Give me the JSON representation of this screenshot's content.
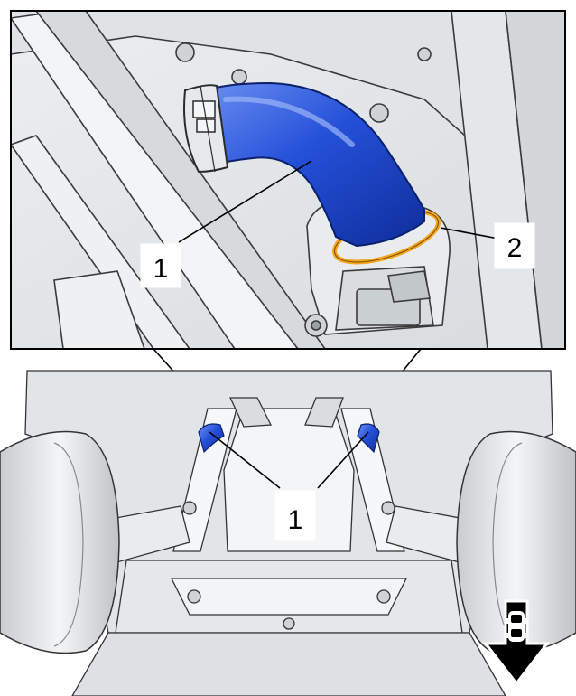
{
  "callouts": {
    "hose_detail": "1",
    "clamp_detail": "2",
    "hose_overview": "1"
  },
  "icons": {
    "front_indicator": "car-front-down-arrow-icon"
  },
  "colors": {
    "hose": "#1f4fd6",
    "hose_highlight": "#5b84f0",
    "seal_ring": "#f2a51f",
    "line_art": "#2b2b2b",
    "background_grey": "#e3e6e8"
  }
}
